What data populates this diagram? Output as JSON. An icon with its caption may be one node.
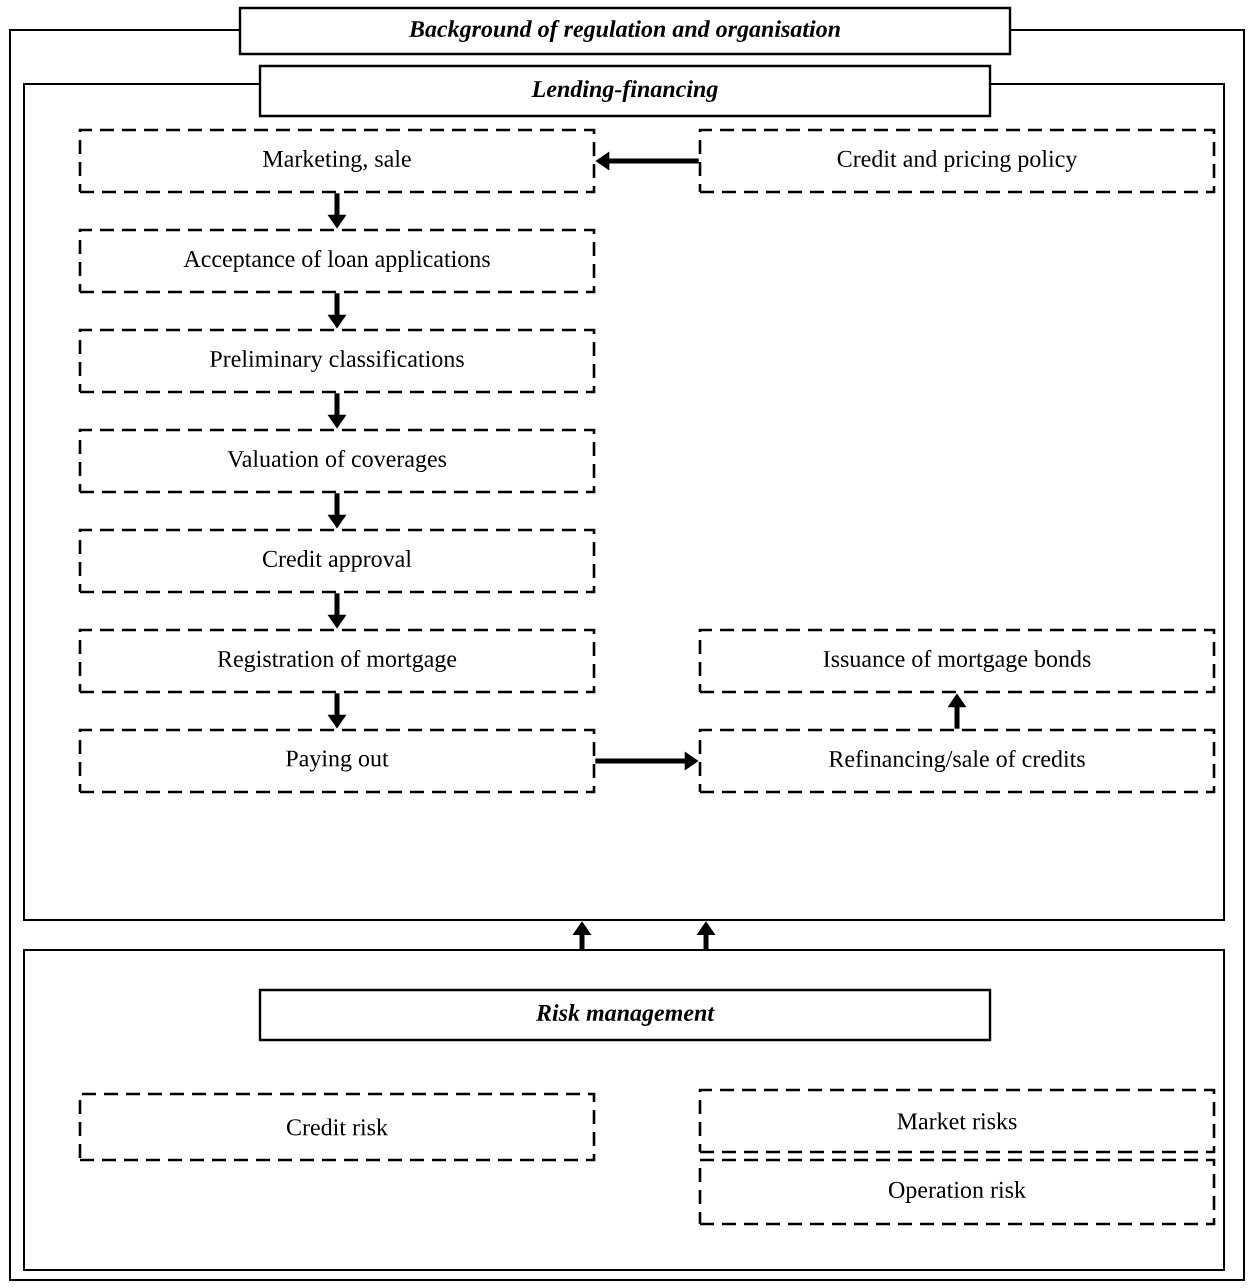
{
  "diagram": {
    "nodes": [
      {
        "text": [
          "Background of regulation and organisation"
        ]
      },
      {
        "text": [
          "Lending-financing"
        ],
        "in": 0
      },
      {
        "text": [
          "Marketing, sale"
        ],
        "in": 1
      },
      {
        "text": [
          "Credit and pricing policy"
        ],
        "in": 1
      },
      {
        "text": [
          "Acceptance of loan applications"
        ],
        "in": 1
      },
      {
        "text": [
          "Preliminary classifications"
        ],
        "in": 1
      },
      {
        "text": [
          "Valuation of coverages"
        ],
        "in": 1
      },
      {
        "text": [
          "Credit approval"
        ],
        "in": 1
      },
      {
        "text": [
          "Registration of mortgage"
        ],
        "in": 1
      },
      {
        "text": [
          "Issuance of mortgage bonds"
        ],
        "in": 1
      },
      {
        "text": [
          "Paying out"
        ],
        "in": 1
      },
      {
        "text": [
          "Refinancing/sale of credits"
        ],
        "in": 1
      },
      {
        "text": [
          "Risk management"
        ],
        "in": 0
      },
      {
        "text": [
          "Credit risk"
        ],
        "in": 12
      },
      {
        "text": [
          "Market risks"
        ],
        "in": 12
      },
      {
        "text": [
          "Operation risk"
        ],
        "in": 12
      }
    ],
    "edges": [
      {
        "from": 3,
        "to": 2,
        "arrow": "to"
      },
      {
        "from": 2,
        "to": 4,
        "arrow": "to"
      },
      {
        "from": 4,
        "to": 5,
        "arrow": "to"
      },
      {
        "from": 5,
        "to": 6,
        "arrow": "to"
      },
      {
        "from": 6,
        "to": 7,
        "arrow": "to"
      },
      {
        "from": 7,
        "to": 8,
        "arrow": "to"
      },
      {
        "from": 8,
        "to": 10,
        "arrow": "to"
      },
      {
        "from": 10,
        "to": 11,
        "arrow": "to"
      },
      {
        "from": 11,
        "to": 9,
        "arrow": "to"
      },
      {
        "from": 12,
        "to": 1,
        "arrow": "to"
      },
      {
        "from": 12,
        "to": 1,
        "arrow": "to"
      }
    ]
  }
}
